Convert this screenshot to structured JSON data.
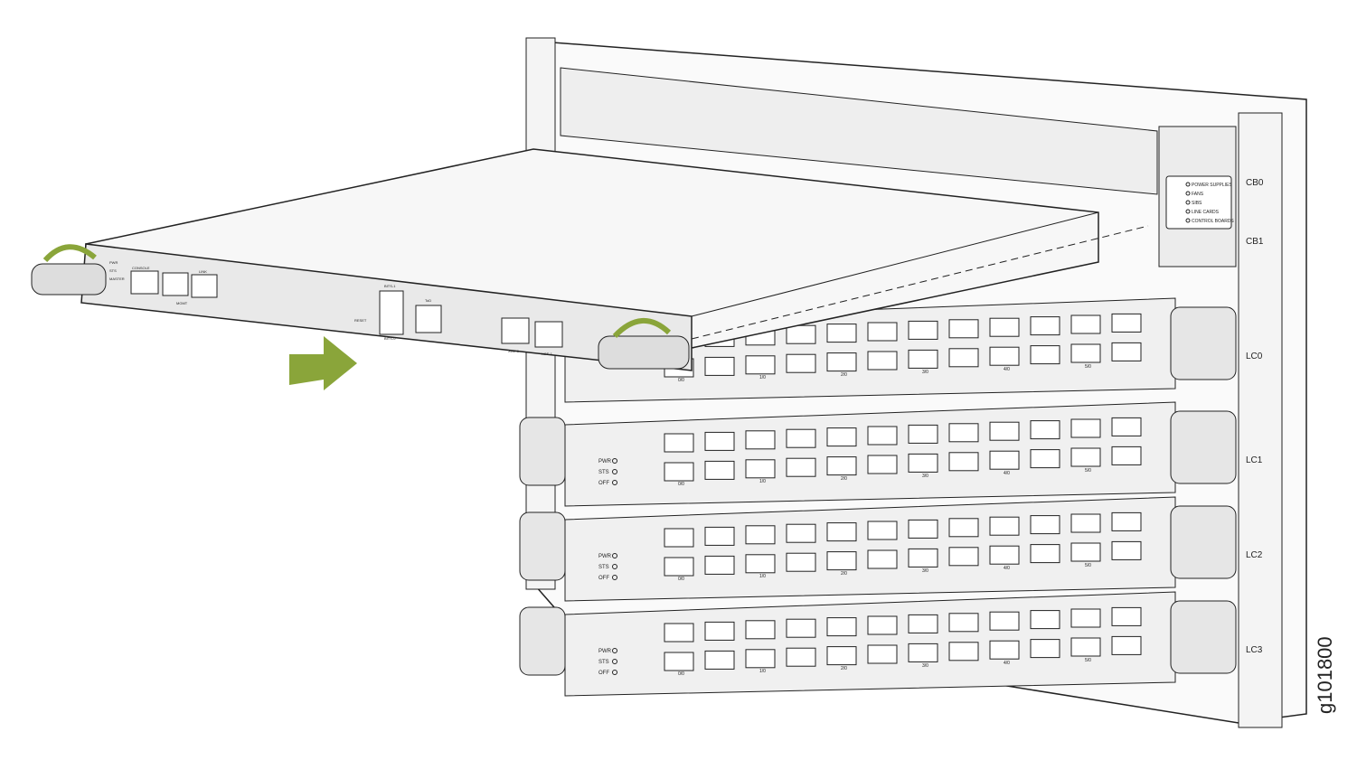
{
  "figure_id": "g101800",
  "chassis_labels": {
    "cb0": "CB0",
    "cb1": "CB1",
    "slots": [
      "LC0",
      "LC1",
      "LC2",
      "LC3"
    ]
  },
  "status_panel": [
    "POWER SUPPLIES",
    "FANS",
    "SIBS",
    "LINE CARDS",
    "CONTROL BOARDS"
  ],
  "line_card_leds": [
    "PWR",
    "STS",
    "OFF"
  ],
  "control_board": {
    "leds": [
      "PWR",
      "STS",
      "MASTER"
    ],
    "console": "CONSOLE",
    "mgmt": "MGMT",
    "link": "LINK",
    "bits": [
      "BITS-1",
      "BITS-0"
    ],
    "tod": "ToD",
    "reset": "RESET",
    "ports": [
      "XGE-0",
      "XGE-1"
    ]
  },
  "port_labels": [
    "0/0",
    "1/0",
    "2/0",
    "3/0",
    "4/0",
    "5/0"
  ],
  "colors": {
    "arrow": "#8aa53a",
    "line": "#222222",
    "panel": "#f2f2f2"
  }
}
